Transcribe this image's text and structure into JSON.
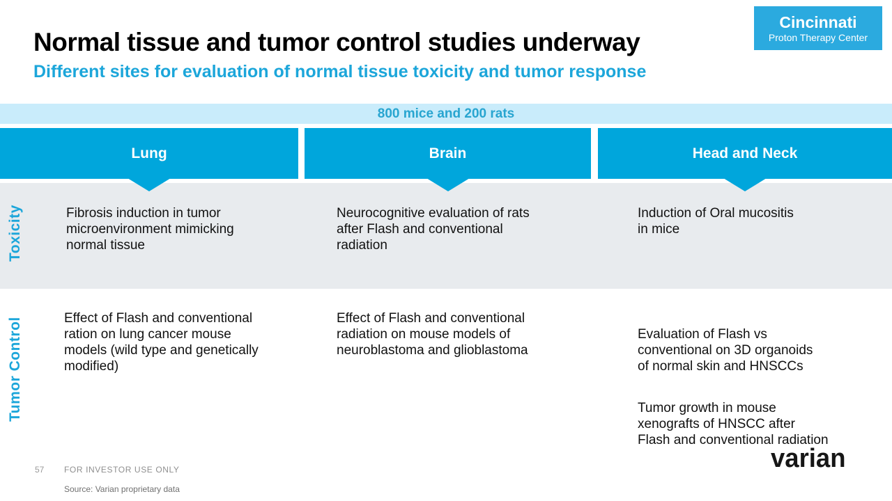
{
  "header": {
    "title": "Normal tissue and tumor control studies underway",
    "subtitle": "Different sites for evaluation of normal tissue toxicity and tumor response",
    "brand": {
      "line1": "Cincinnati",
      "line2": "Proton Therapy Center"
    }
  },
  "banner": {
    "text": "800 mice and 200 rats"
  },
  "matrix": {
    "rows": [
      {
        "label": "Toxicity"
      },
      {
        "label": "Tumor Control"
      }
    ],
    "columns": [
      {
        "label": "Lung",
        "toxicity": "Fibrosis induction in tumor\nmicroenvironment mimicking\nnormal tissue",
        "tumor_control": "Effect of Flash and conventional\nration on lung cancer mouse\nmodels (wild type and genetically\nmodified)"
      },
      {
        "label": "Brain",
        "toxicity": "Neurocognitive evaluation of rats\nafter Flash and conventional\nradiation",
        "tumor_control": "Effect of Flash and conventional\nradiation on mouse models of\nneuroblastoma and glioblastoma"
      },
      {
        "label": "Head and Neck",
        "toxicity": "Induction of Oral mucositis\nin mice",
        "tumor_control": "Evaluation of Flash vs\nconventional on 3D organoids\nof normal skin and HNSCCs",
        "tumor_control_2": "Tumor growth in mouse\nxenografts of HNSCC after\nFlash and conventional radiation"
      }
    ]
  },
  "footer": {
    "page_number": "57",
    "classification": "FOR INVESTOR USE ONLY",
    "source": "Source: Varian proprietary data",
    "logo_text": "varian"
  },
  "colors": {
    "accent_cyan": "#00A6DC",
    "brand_box_cyan": "#2BAADF",
    "banner_bg": "#C9ECFB",
    "banner_text": "#28A5D0",
    "text_cyan": "#1CA6DA",
    "toxicity_band_gray": "#E8EBEE"
  }
}
